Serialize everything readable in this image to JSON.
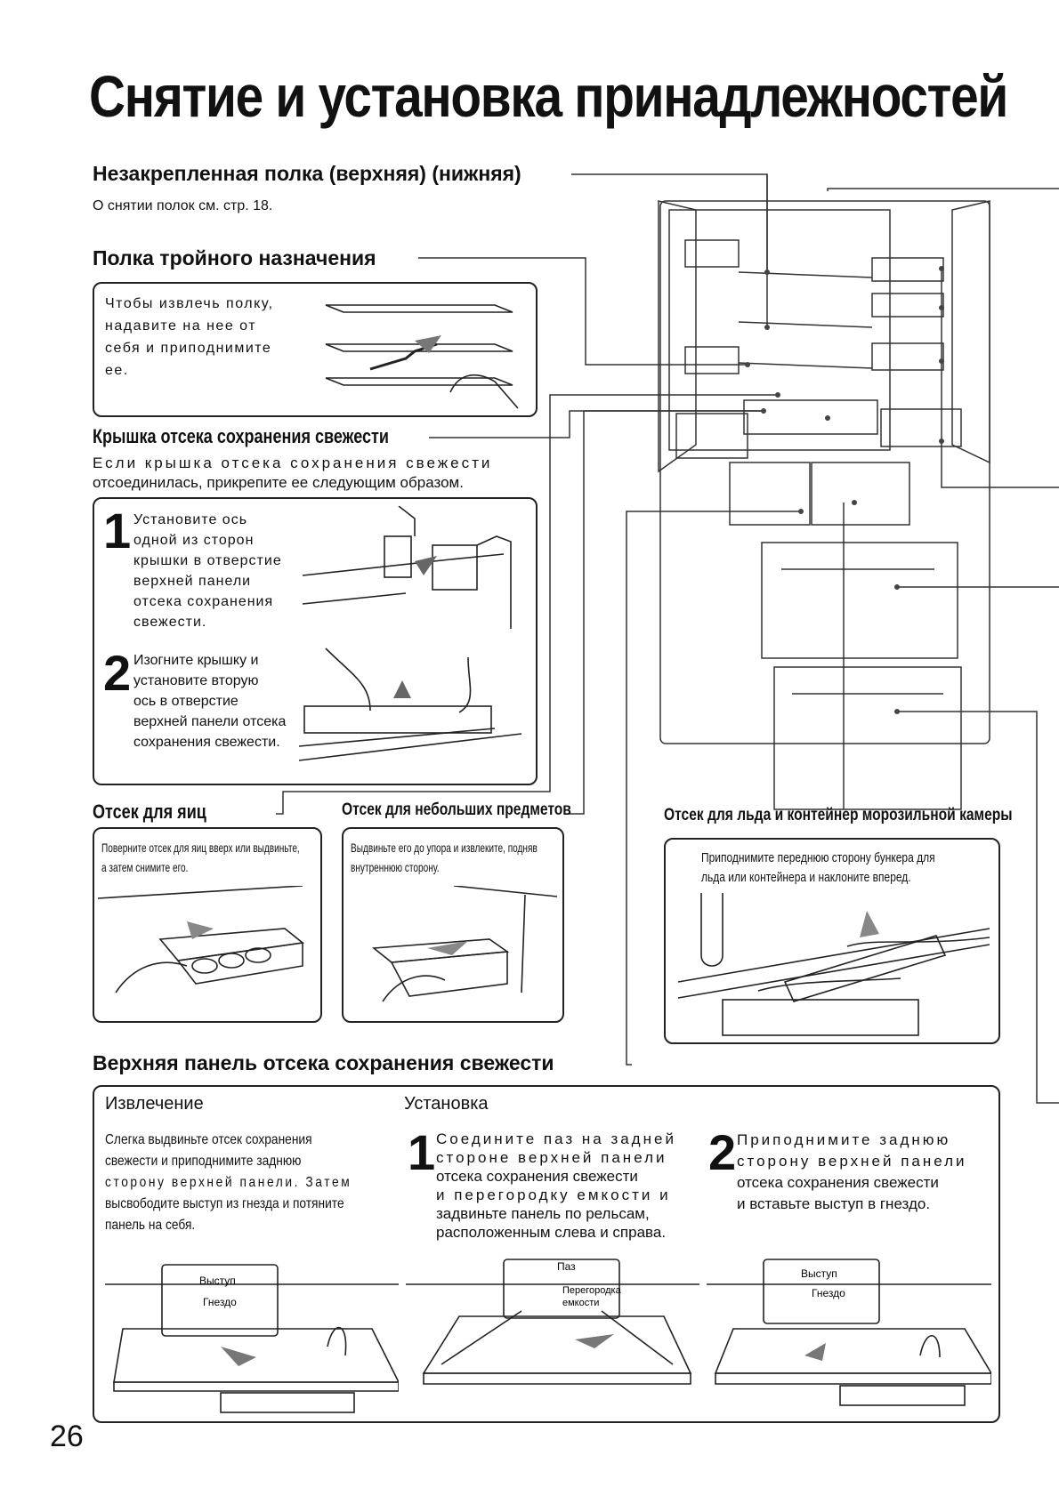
{
  "page": {
    "title": "Снятие и установка принадлежностей",
    "page_number": "26"
  },
  "loose_shelf": {
    "heading": "Незакрепленная полка (верхняя) (нижняя)",
    "note": "О снятии полок см. стр. 18."
  },
  "triple_shelf": {
    "heading": "Полка тройного назначения",
    "text": [
      "Чтобы извлечь полку,",
      "надавите на нее от",
      "себя и приподнимите",
      "ее."
    ]
  },
  "fresh_cover": {
    "heading": "Крышка отсека сохранения свежести",
    "intro": [
      "Если крышка отсека сохранения свежести",
      "отсоединилась, прикрепите ее следующим образом."
    ],
    "step1_num": "1",
    "step1": [
      "Установите ось",
      "одной из сторон",
      "крышки в отверстие",
      "верхней панели",
      "отсека сохранения",
      "свежести."
    ],
    "step2_num": "2",
    "step2": [
      "Изогните крышку и",
      "установите вторую",
      "ось в отверстие",
      "верхней панели отсека",
      "сохранения свежести."
    ]
  },
  "egg_tray": {
    "heading": "Отсек для яиц",
    "text": [
      "Поверните отсек для яиц вверх или выдвиньте,",
      "а затем снимите его."
    ]
  },
  "small_items": {
    "heading": "Отсек для небольших предметов",
    "text": [
      "Выдвиньте его до упора и извлеките, подняв",
      "внутреннюю сторону."
    ]
  },
  "ice_box": {
    "heading": "Отсек для льда и контейнер морозильной камеры",
    "text": [
      "Приподнимите переднюю сторону бункера для",
      "льда или контейнера и наклоните вперед."
    ]
  },
  "fresh_panel": {
    "heading": "Верхняя панель отсека сохранения свежести",
    "removal_label": "Извлечение",
    "install_label": "Установка",
    "removal_text": [
      "Слегка выдвиньте отсек сохранения",
      "свежести и приподнимите заднюю",
      "сторону верхней панели. Затем",
      "высвободите выступ из гнезда и потяните",
      "панель на себя."
    ],
    "step1_num": "1",
    "step1": [
      "Соедините паз на задней",
      "стороне верхней панели",
      "отсека сохранения свежести",
      "и перегородку емкости и",
      "задвиньте панель по рельсам,",
      "расположенным слева и справа."
    ],
    "step2_num": "2",
    "step2": [
      "Приподнимите заднюю",
      "сторону верхней панели",
      "отсека сохранения свежести",
      "и вставьте выступ в гнездо."
    ],
    "label_protrusion": "Выступ",
    "label_socket": "Гнездо",
    "label_groove": "Паз",
    "label_partition_1": "Перегородка",
    "label_partition_2": "емкости"
  }
}
